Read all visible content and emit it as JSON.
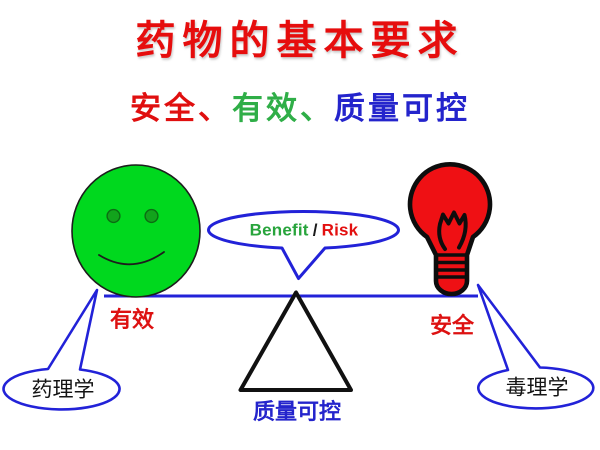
{
  "slide": {
    "title": "药物的基本要求",
    "subtitle": {
      "safe": "安全、",
      "effective": "有效、",
      "quality": "质量可控"
    },
    "bubble": {
      "benefit": "Benefit",
      "separator": "/",
      "risk": "Risk"
    },
    "beam_labels": {
      "effective": "有效",
      "safe": "安全"
    },
    "fulcrum_label": "质量可控",
    "callouts": {
      "left": "药理学",
      "right": "毒理学"
    },
    "icons": {
      "left_pan": "smiley-face-icon",
      "right_pan": "light-bulb-icon",
      "center": "balance-beam-with-fulcrum"
    },
    "colors": {
      "title_red": "#e60d0d",
      "label_red": "#dd1111",
      "green_text": "#2fae47",
      "blue_text": "#2424cc",
      "line_blue": "#2222d8",
      "smiley_green": "#00d81e",
      "bulb_red": "#ef1014",
      "outline_black": "#111111",
      "callout_text_black": "#141414",
      "background": "#ffffff"
    }
  }
}
